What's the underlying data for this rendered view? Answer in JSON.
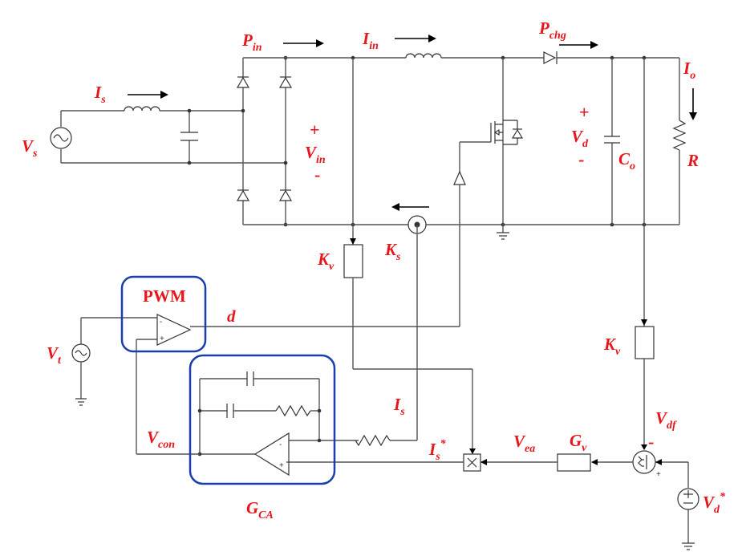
{
  "labels": {
    "Vs": "V",
    "Vs_sub": "s",
    "Is_top": "I",
    "Is_top_sub": "s",
    "Pin": "P",
    "Pin_sub": "in",
    "Iin": "I",
    "Iin_sub": "in",
    "Pchg": "P",
    "Pchg_sub": "chg",
    "Io": "I",
    "Io_sub": "o",
    "Vin": "V",
    "Vin_sub": "in",
    "Vd": "V",
    "Vd_sub": "d",
    "Co": "C",
    "Co_sub": "o",
    "R": "R",
    "Kv_left": "K",
    "Kv_left_sub": "v",
    "Ks": "K",
    "Ks_sub": "s",
    "Kv_right": "K",
    "Kv_right_sub": "v",
    "PWM": "PWM",
    "d": "d",
    "Vt": "V",
    "Vt_sub": "t",
    "Vcon": "V",
    "Vcon_sub": "con",
    "Is_mid": "I",
    "Is_mid_sub": "s",
    "Is_star": "I",
    "Is_star_sub": "s",
    "Is_star_sup": "*",
    "Vea": "V",
    "Vea_sub": "ea",
    "Gv": "G",
    "Gv_sub": "v",
    "Vdf": "V",
    "Vdf_sub": "df",
    "Vd_star": "V",
    "Vd_star_sub": "d",
    "Vd_star_sup": "*",
    "GCA": "G",
    "GCA_sub": "CA",
    "plus": "+",
    "minus": "-"
  },
  "colors": {
    "label": "#e8151b",
    "highlight_box": "#1a3faa",
    "wire": "#555555"
  }
}
